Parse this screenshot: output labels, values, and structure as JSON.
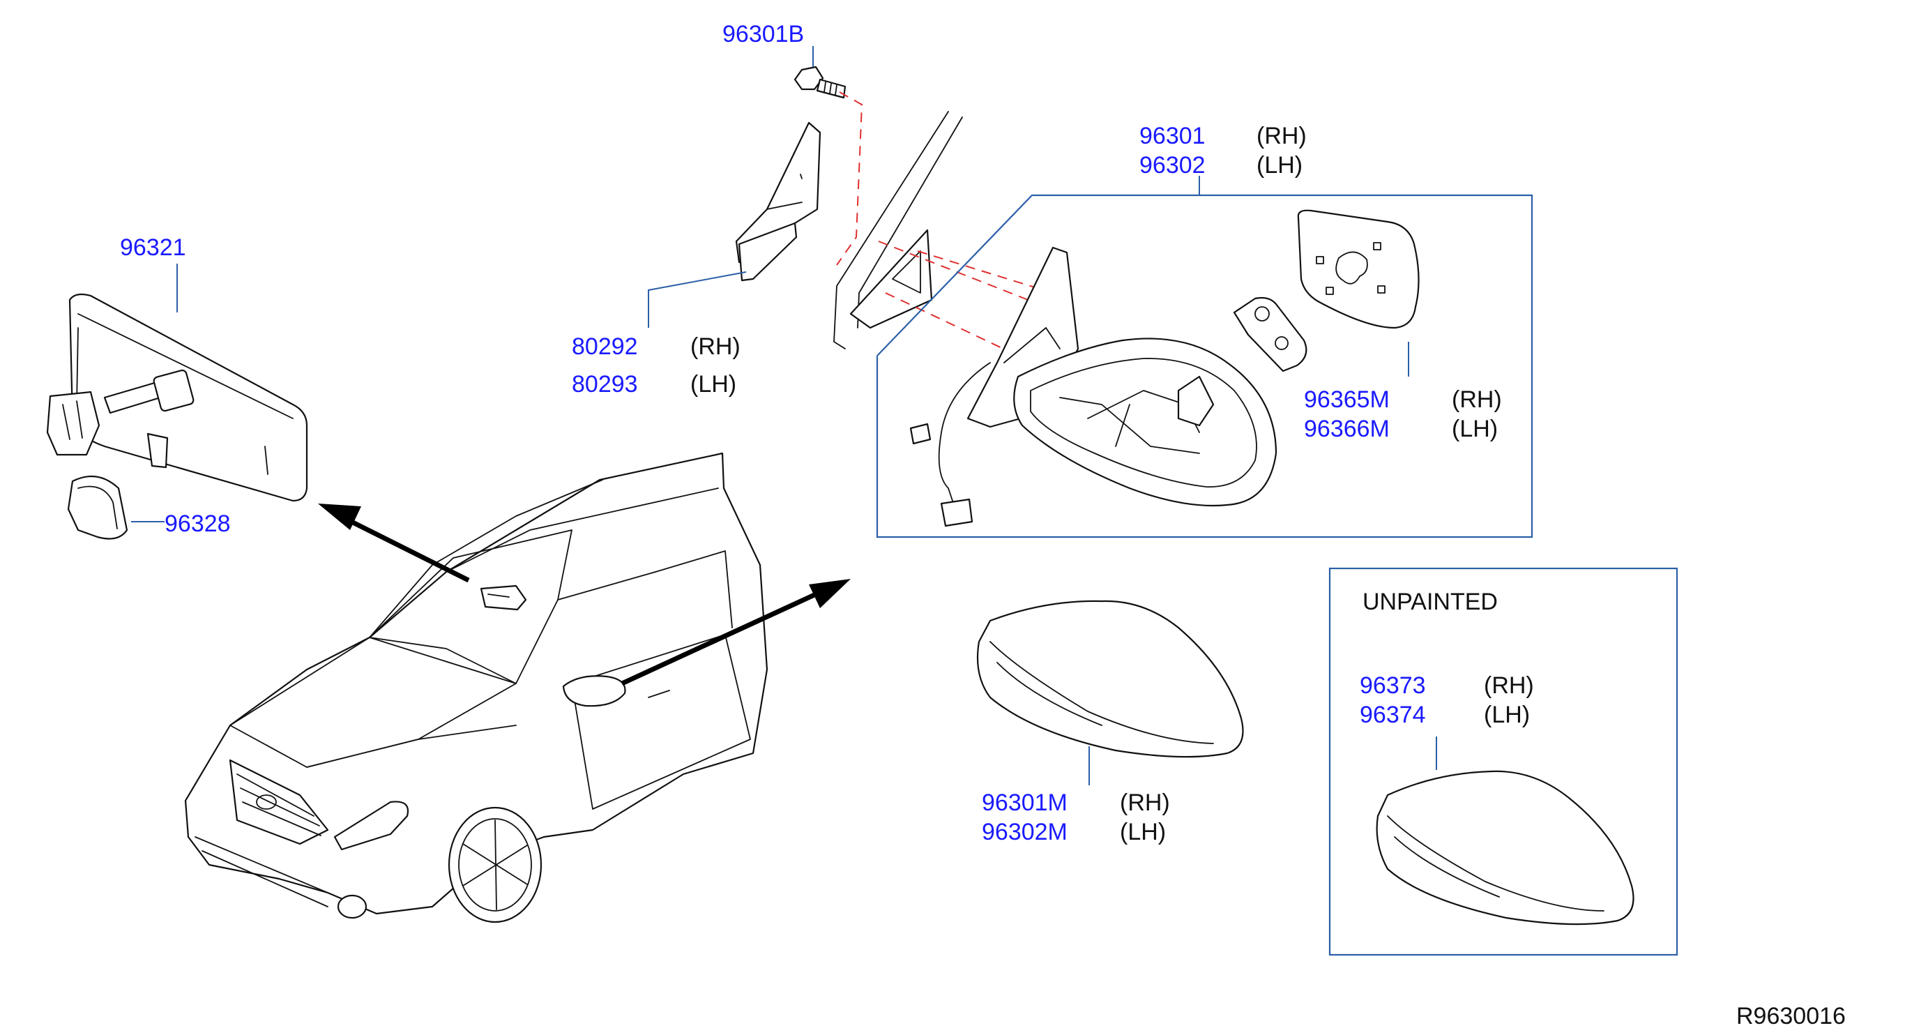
{
  "labels": {
    "p96301B": "96301B",
    "p96321": "96321",
    "p96328": "96328",
    "p80292": "80292",
    "p80292_side": "(RH)",
    "p80293": "80293",
    "p80293_side": "(LH)",
    "p96301": "96301",
    "p96301_side": "(RH)",
    "p96302": "96302",
    "p96302_side": "(LH)",
    "p96365M": "96365M",
    "p96365M_side": "(RH)",
    "p96366M": "96366M",
    "p96366M_side": "(LH)",
    "p96301M": "96301M",
    "p96301M_side": "(RH)",
    "p96302M": "96302M",
    "p96302M_side": "(LH)",
    "unpainted_note": "UNPAINTED",
    "p96373": "96373",
    "p96373_side": "(RH)",
    "p96374": "96374",
    "p96374_side": "(LH)",
    "diagram_ref": "R9630016"
  },
  "colors": {
    "part_number": "#1a1aff",
    "leader_line": "#2b5fa8",
    "dashed_guide": "#e03030",
    "line_art": "#111111"
  }
}
